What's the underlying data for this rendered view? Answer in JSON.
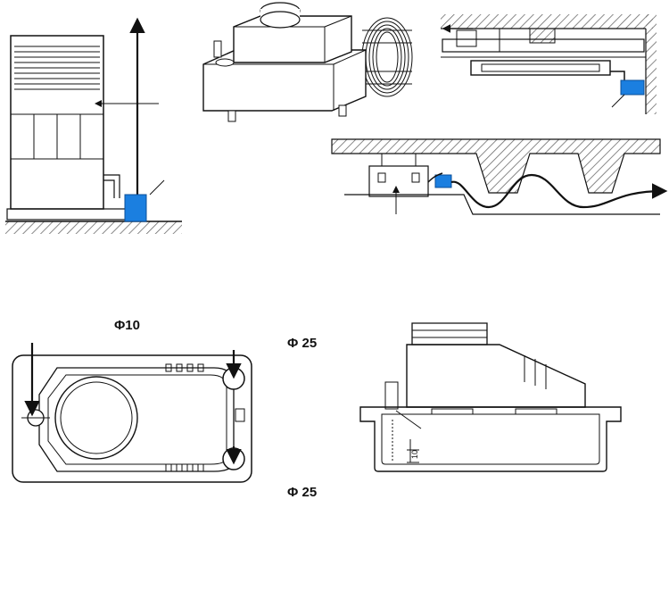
{
  "labels": {
    "phi10": "Φ10",
    "phi25_top": "Φ 25",
    "phi25_bottom": "Φ 25",
    "dim_10": "10"
  },
  "colors": {
    "pump_blue": "#1b7fe0",
    "line": "#111111",
    "hatch": "#6b6b6b",
    "background": "#ffffff"
  }
}
